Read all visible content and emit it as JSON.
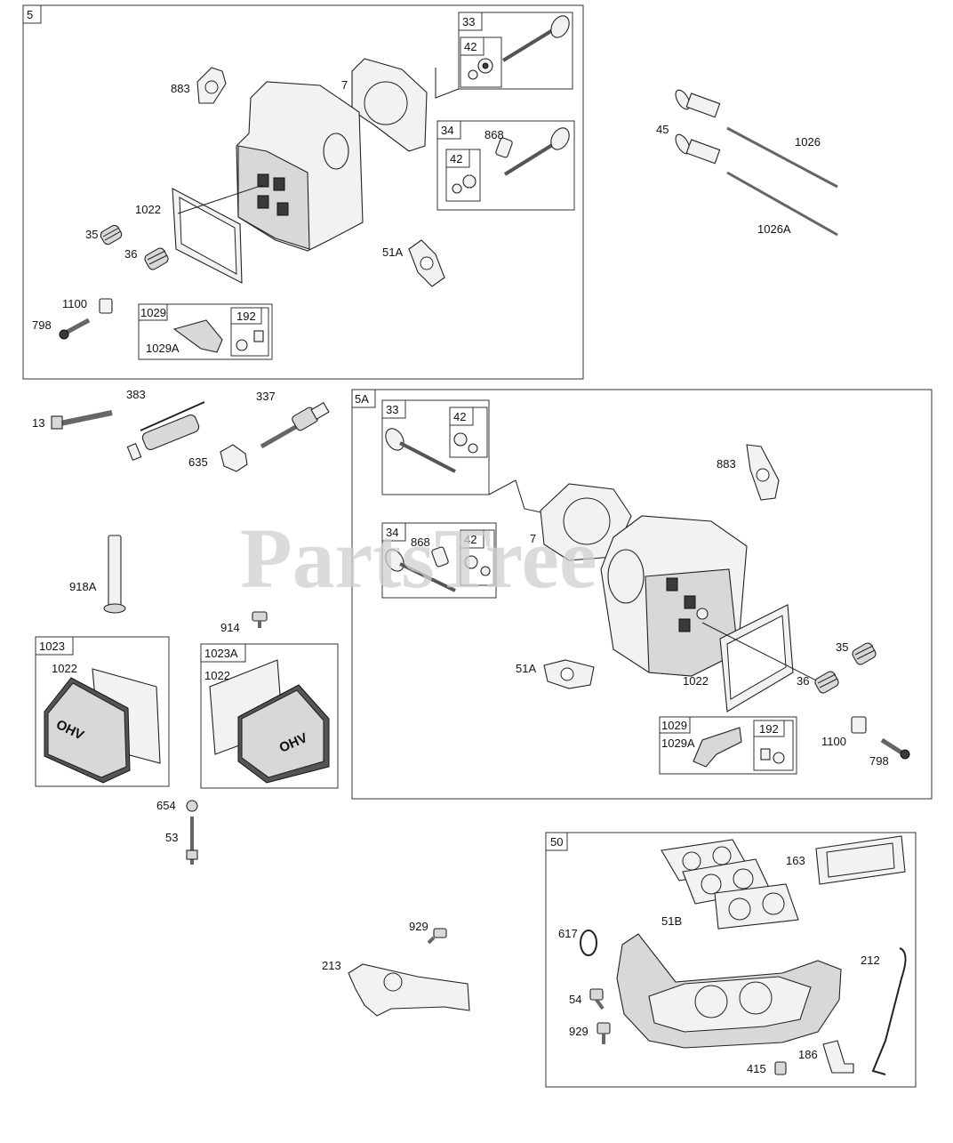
{
  "watermark": "PartsTree",
  "groups": {
    "g5": "5",
    "g5a": "5A",
    "g50": "50",
    "g1023": "1023",
    "g1023a": "1023A"
  },
  "sub": {
    "a33": "33",
    "a42": "42",
    "a34": "34",
    "a42b": "42",
    "a1029": "1029",
    "a192": "192",
    "b33": "33",
    "b42": "42",
    "b34": "34",
    "b42b": "42",
    "b1029": "1029",
    "b192": "192"
  },
  "labels": {
    "p883a": "883",
    "p7a": "7",
    "p868a": "868",
    "p1022a": "1022",
    "p35a": "35",
    "p36a": "36",
    "p51aa": "51A",
    "p1100a": "1100",
    "p798a": "798",
    "p1029aa": "1029A",
    "p45": "45",
    "p1026": "1026",
    "p1026a": "1026A",
    "p13": "13",
    "p383": "383",
    "p337": "337",
    "p635": "635",
    "p918a": "918A",
    "p914": "914",
    "p1022c": "1022",
    "p1022d": "1022",
    "p654": "654",
    "p53": "53",
    "p883b": "883",
    "p868b": "868",
    "p7b": "7",
    "p51ab": "51A",
    "p1022b": "1022",
    "p35b": "35",
    "p36b": "36",
    "p1029ab": "1029A",
    "p1100b": "1100",
    "p798b": "798",
    "p929a": "929",
    "p213": "213",
    "p163": "163",
    "p51b": "51B",
    "p617": "617",
    "p212": "212",
    "p54": "54",
    "p929b": "929",
    "p186": "186",
    "p415": "415"
  },
  "cover_text": "OHV"
}
